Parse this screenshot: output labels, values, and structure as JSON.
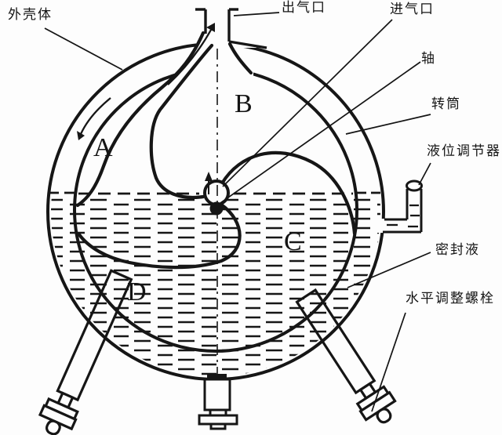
{
  "diagram": {
    "labels": {
      "outer_shell": "外壳体",
      "gas_outlet": "出气口",
      "gas_inlet": "进气口",
      "shaft": "轴",
      "rotating_drum": "转筒",
      "liquid_level_regulator": "液位调节器",
      "sealing_liquid": "密封液",
      "leveling_bolt": "水平调整螺栓"
    },
    "chambers": {
      "a": "A",
      "b": "B",
      "c": "C",
      "d": "D"
    },
    "colors": {
      "line": "#161616",
      "background": "#ffffff"
    }
  }
}
